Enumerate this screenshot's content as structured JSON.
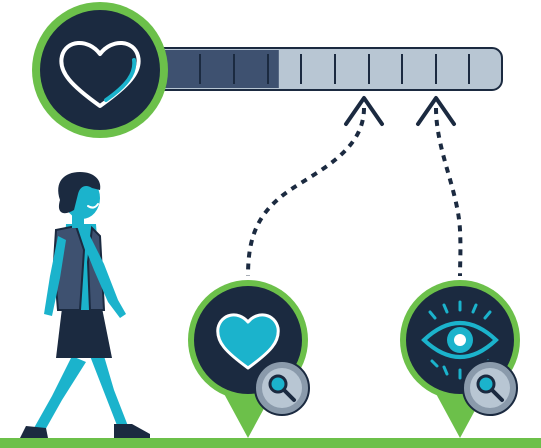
{
  "colors": {
    "navy": "#1b2a40",
    "green": "#6cc04a",
    "cyan": "#1bb3cc",
    "bar_filled": "#3e5170",
    "bar_empty": "#b8c6d3",
    "bar_outline": "#1b2a40",
    "lens": "#8a9aab",
    "skin": "#1bb3cc",
    "vest": "#3e5170",
    "skirt": "#1b2a40",
    "ground": "#6cc04a"
  },
  "health_badge": {
    "icon": "heart-icon"
  },
  "meter": {
    "segments_total": 10,
    "segments_filled": 4,
    "level_fraction": 0.4
  },
  "markers": [
    {
      "icon": "heart-icon",
      "badge_icon": "magnifier-icon"
    },
    {
      "icon": "eye-icon",
      "badge_icon": "magnifier-icon"
    }
  ],
  "figure": {
    "icon": "walking-woman-illustration"
  }
}
